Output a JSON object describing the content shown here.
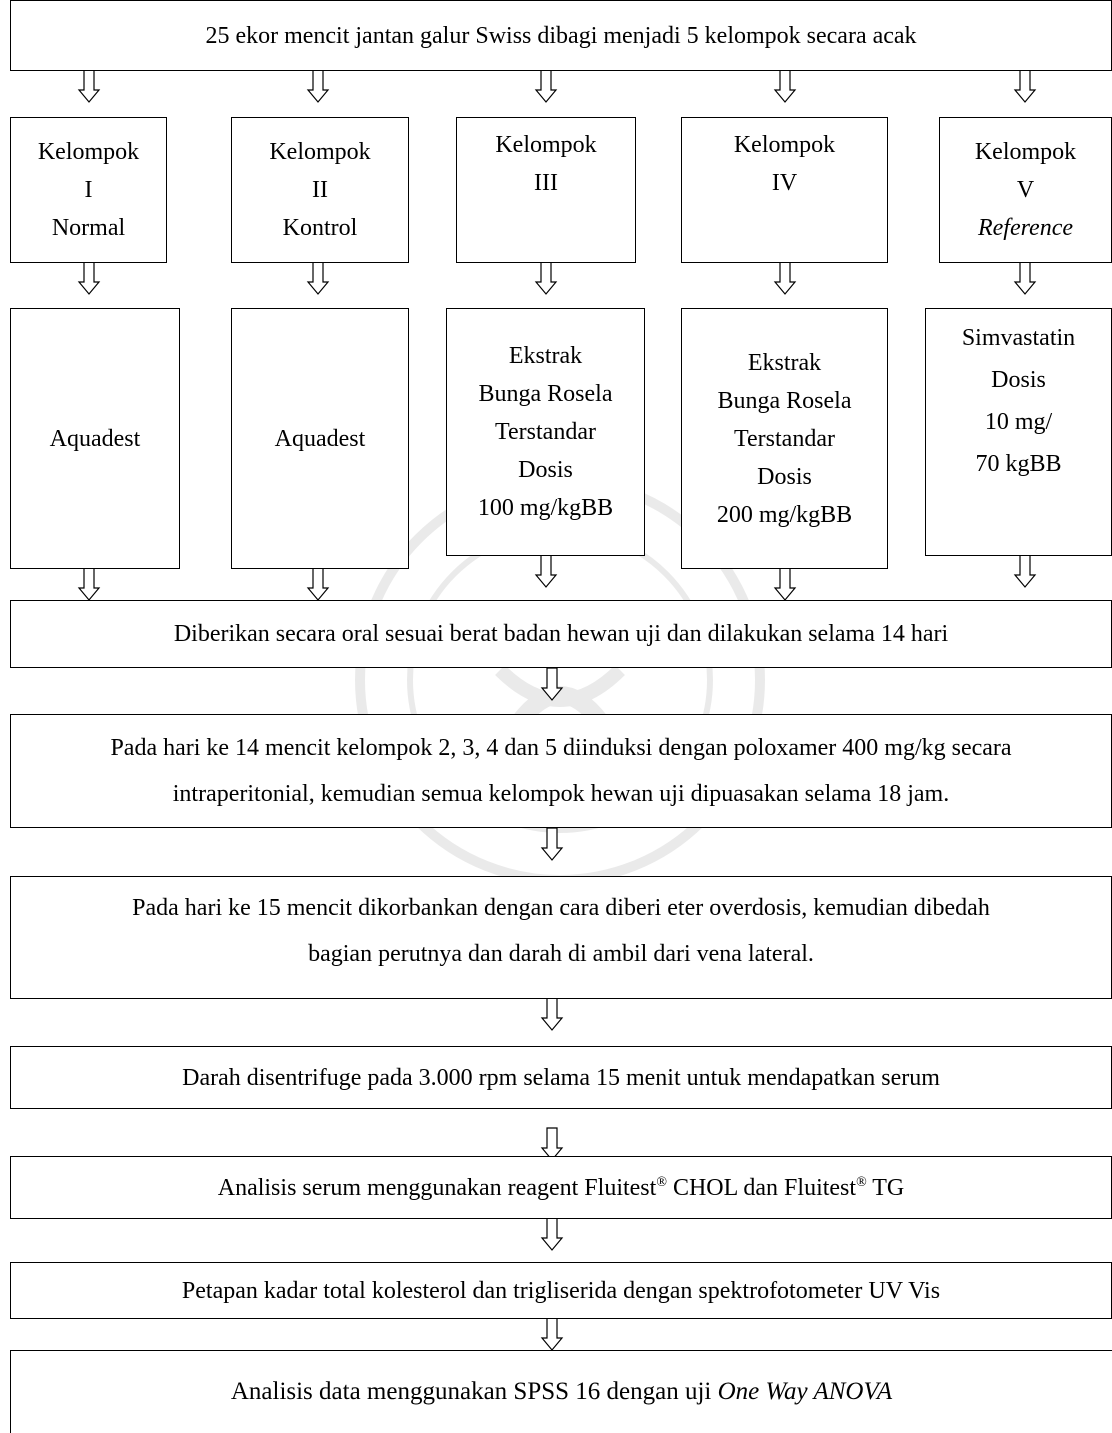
{
  "top": "25  ekor mencit jantan galur Swiss dibagi menjadi 5 kelompok secara acak",
  "groups": [
    {
      "lines": [
        "Kelompok",
        "I",
        "Normal"
      ]
    },
    {
      "lines": [
        "Kelompok",
        "II",
        "Kontrol"
      ]
    },
    {
      "lines": [
        "Kelompok",
        "III"
      ]
    },
    {
      "lines": [
        "Kelompok",
        "IV"
      ]
    },
    {
      "lines": [
        "Kelompok",
        "V",
        "Reference"
      ]
    }
  ],
  "treatments": [
    {
      "lines": [
        "Aquadest"
      ]
    },
    {
      "lines": [
        "Aquadest"
      ]
    },
    {
      "lines": [
        "Ekstrak",
        "Bunga Rosela",
        "Terstandar",
        "Dosis",
        "100 mg/kgBB"
      ]
    },
    {
      "lines": [
        "Ekstrak",
        "Bunga Rosela",
        "Terstandar",
        "Dosis",
        "200 mg/kgBB"
      ]
    },
    {
      "lines": [
        "Simvastatin",
        "Dosis",
        "10 mg/",
        "70 kgBB"
      ]
    }
  ],
  "steps": {
    "oral": "Diberikan secara oral sesuai berat badan hewan uji dan dilakukan selama 14 hari",
    "induction_1": "Pada hari ke 14 mencit kelompok 2, 3, 4 dan 5 diinduksi dengan poloxamer 400 mg/kg secara",
    "induction_2": "intraperitonial, kemudian semua kelompok hewan uji dipuasakan selama 18 jam.",
    "sacrifice_1": "Pada hari ke 15 mencit dikorbankan dengan cara diberi eter overdosis, kemudian dibedah",
    "sacrifice_2": "bagian perutnya dan darah di ambil dari vena lateral.",
    "centrifuge": "Darah  disentrifuge pada 3.000 rpm selama 15 menit untuk mendapatkan serum",
    "serum_a": "Analisis serum menggunakan reagent Fluitest",
    "serum_reg": "®",
    "serum_b": " CHOL dan Fluitest",
    "serum_c": " TG",
    "measure": "Petapan kadar total kolesterol dan trigliserida dengan spektrofotometer UV Vis",
    "analysis_a": "Analisis data menggunakan SPSS 16 dengan uji ",
    "analysis_b": "One Way ANOVA"
  }
}
